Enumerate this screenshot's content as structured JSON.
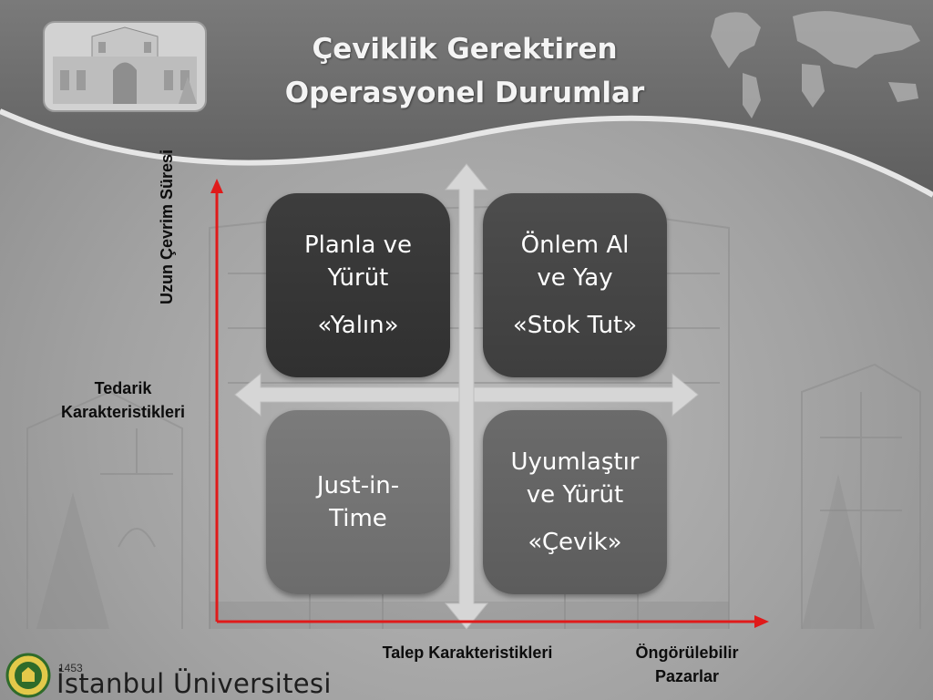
{
  "title": {
    "line1": "Çeviklik Gerektiren",
    "line2": "Operasyonel Durumlar"
  },
  "matrix": {
    "top_left": {
      "main": "Planla ve Yürüt",
      "sub": "«Yalın»"
    },
    "top_right": {
      "main": "Önlem Al ve Yay",
      "sub": "«Stok Tut»"
    },
    "bottom_left": {
      "main": "Just-in-Time",
      "sub": ""
    },
    "bottom_right": {
      "main": "Uyumlaştır ve Yürüt",
      "sub": "«Çevik»"
    }
  },
  "axes": {
    "y_label": "Uzun Çevrim Süresi",
    "left_label": "Tedarik Karakteristikleri",
    "bottom_label": "Talep Karakteristikleri",
    "right_label": "Öngörülebilir Pazarlar"
  },
  "footer": {
    "year": "1453",
    "university": "İstanbul Üniversitesi"
  },
  "colors": {
    "axis_red": "#e01a1a",
    "header_dark": "#6a6a6a",
    "logo_green": "#2f6b2a"
  },
  "icons": [
    "university-building-icon",
    "world-map-icon",
    "university-seal-icon"
  ]
}
